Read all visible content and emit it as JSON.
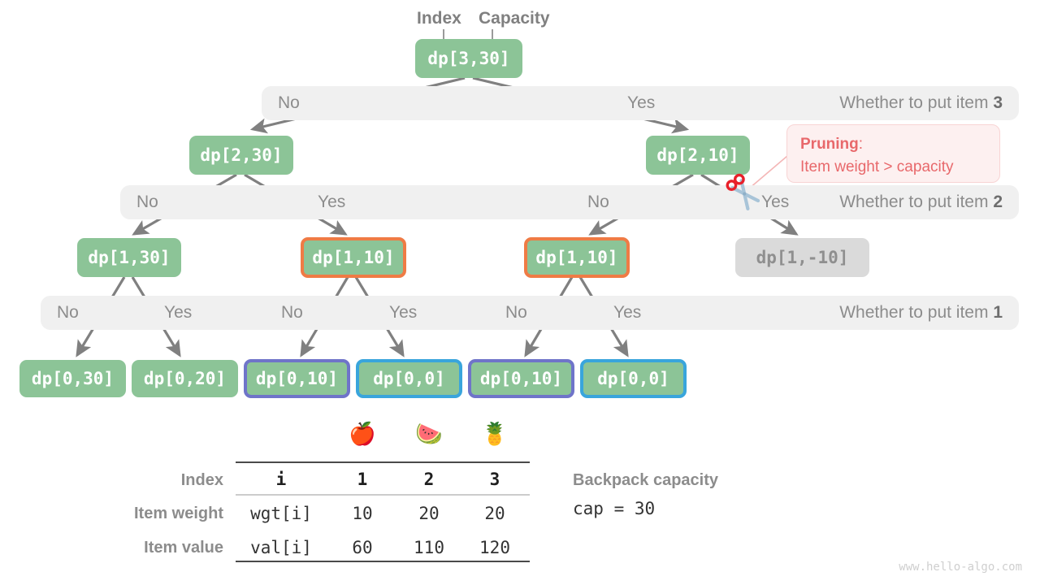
{
  "diagram": {
    "title": "Knapsack recursion tree with pruning",
    "header_labels": {
      "index": "Index",
      "capacity": "Capacity"
    },
    "watermark": "www.hello-algo.com",
    "colors": {
      "node_green": "#8cc497",
      "node_muted": "#dadada",
      "border_orange": "#ef7b45",
      "border_purple": "#6f74c9",
      "border_blue": "#39a5dc",
      "band_bg": "#f0f0f0",
      "edge_gray": "#808080",
      "pruning_red": "#e8686b"
    },
    "nodes": {
      "root": "dp[3,30]",
      "l1_left": "dp[2,30]",
      "l1_right": "dp[2,10]",
      "l2_a": "dp[1,30]",
      "l2_b": "dp[1,10]",
      "l2_c": "dp[1,10]",
      "l2_d": "dp[1,-10]",
      "leaf_1": "dp[0,30]",
      "leaf_2": "dp[0,20]",
      "leaf_3": "dp[0,10]",
      "leaf_4": "dp[0,0]",
      "leaf_5": "dp[0,10]",
      "leaf_6": "dp[0,0]"
    },
    "bands": [
      {
        "question": "Whether to put item ",
        "item": "3",
        "choices": [
          {
            "label": "No"
          },
          {
            "label": "Yes"
          }
        ]
      },
      {
        "question": "Whether to put item ",
        "item": "2",
        "choices": [
          {
            "label": "No"
          },
          {
            "label": "Yes"
          },
          {
            "label": "No"
          },
          {
            "label": "Yes"
          }
        ]
      },
      {
        "question": "Whether to put item ",
        "item": "1",
        "choices": [
          {
            "label": "No"
          },
          {
            "label": "Yes"
          },
          {
            "label": "No"
          },
          {
            "label": "Yes"
          },
          {
            "label": "No"
          },
          {
            "label": "Yes"
          }
        ]
      }
    ],
    "pruning": {
      "title": "Pruning",
      "colon": ":",
      "reason": "Item weight > capacity",
      "icon": "scissors-icon"
    }
  },
  "table": {
    "emoji_headers": [
      "🍎",
      "🍉",
      "🍍"
    ],
    "row_labels": [
      "Index",
      "Item weight",
      "Item value"
    ],
    "rows": [
      {
        "key": "i",
        "values": [
          "1",
          "2",
          "3"
        ]
      },
      {
        "key": "wgt[i]",
        "values": [
          "10",
          "20",
          "20"
        ]
      },
      {
        "key": "val[i]",
        "values": [
          "60",
          "110",
          "120"
        ]
      }
    ]
  },
  "capacity_note": {
    "caption": "Backpack capacity",
    "code": "cap = 30"
  }
}
